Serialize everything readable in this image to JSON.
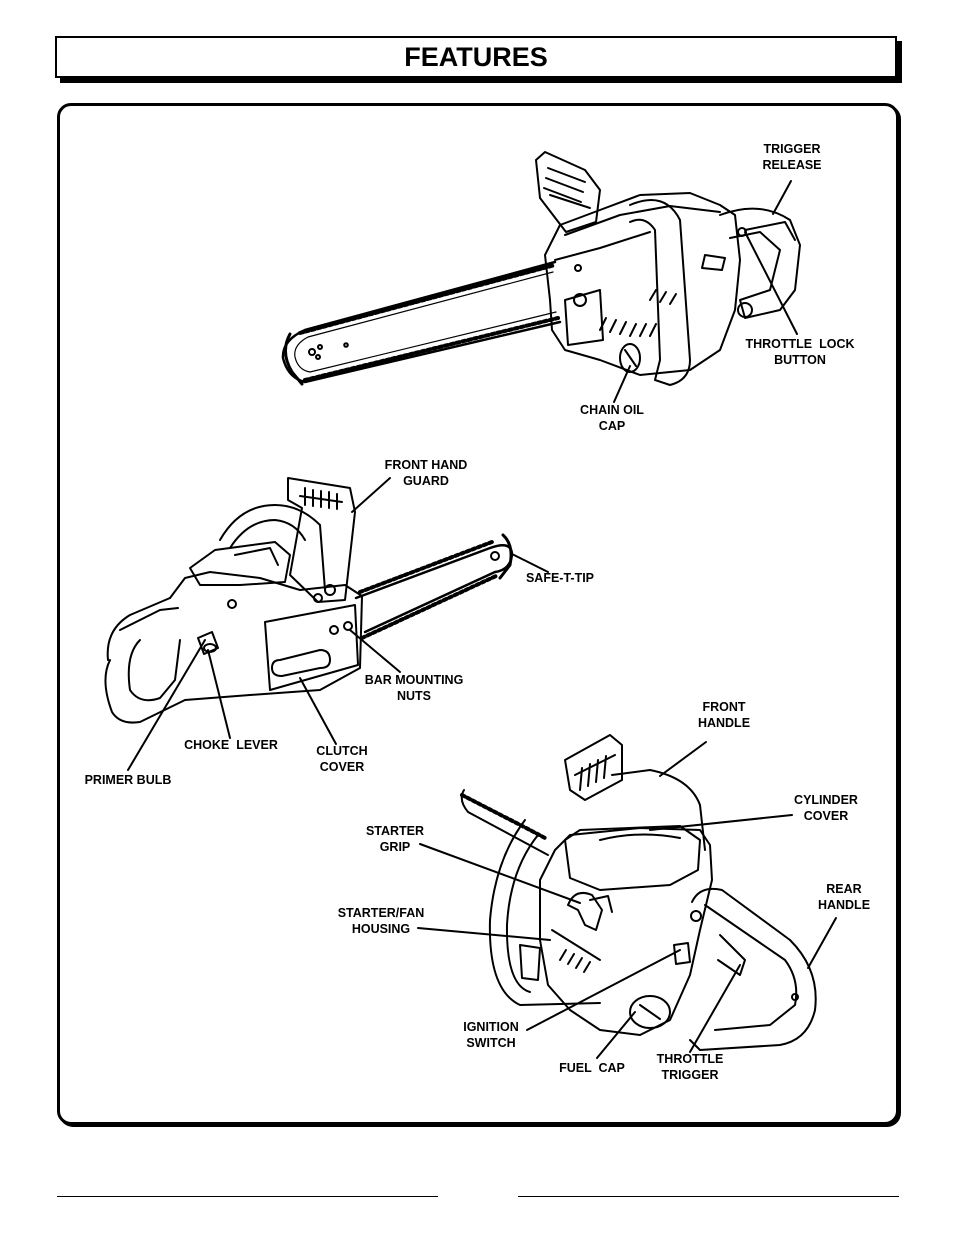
{
  "page": {
    "title": "FEATURES"
  },
  "labels": {
    "trigger_release": "TRIGGER\nRELEASE",
    "throttle_lock_button": "THROTTLE  LOCK\nBUTTON",
    "chain_oil_cap": "CHAIN OIL\nCAP",
    "front_hand_guard": "FRONT HAND\nGUARD",
    "safe_t_tip": "SAFE-T-TIP",
    "bar_mounting_nuts": "BAR MOUNTING\nNUTS",
    "choke_lever": "CHOKE  LEVER",
    "clutch_cover": "CLUTCH\nCOVER",
    "primer_bulb": "PRIMER BULB",
    "front_handle": "FRONT\nHANDLE",
    "cylinder_cover": "CYLINDER\nCOVER",
    "starter_grip": "STARTER\nGRIP",
    "starter_fan_housing": "STARTER/FAN\nHOUSING",
    "rear_handle": "REAR\nHANDLE",
    "ignition_switch": "IGNITION\nSWITCH",
    "fuel_cap": "FUEL  CAP",
    "throttle_trigger": "THROTTLE\nTRIGGER"
  },
  "icons": {
    "top_view": "chainsaw-top-illustration",
    "side_view": "chainsaw-side-illustration",
    "rear_view": "chainsaw-rear-illustration"
  }
}
